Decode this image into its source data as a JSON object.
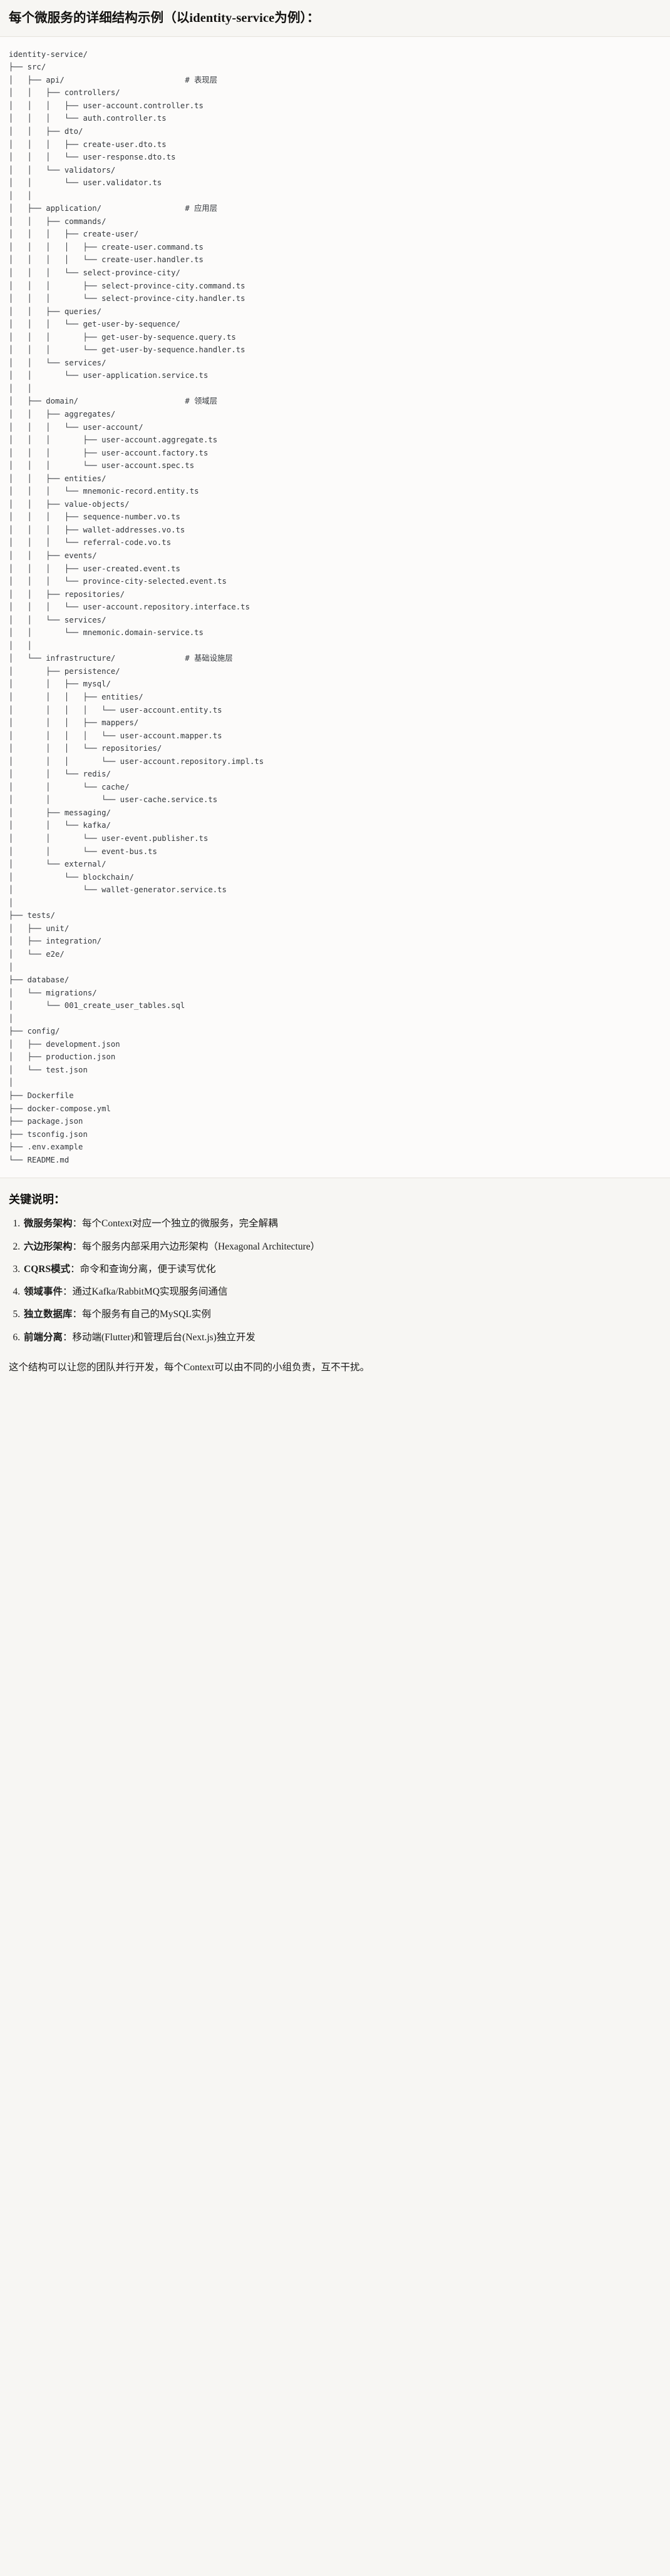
{
  "header": {
    "title": "每个微服务的详细结构示例（以identity-service为例）："
  },
  "tree": {
    "root": "identity-service/",
    "comments": {
      "api": "# 表现层",
      "application": "# 应用层",
      "domain": "# 领域层",
      "infrastructure": "# 基础设施层"
    },
    "text": "identity-service/\n├── src/\n│   ├── api/                          # 表现层\n│   │   ├── controllers/\n│   │   │   ├── user-account.controller.ts\n│   │   │   └── auth.controller.ts\n│   │   ├── dto/\n│   │   │   ├── create-user.dto.ts\n│   │   │   └── user-response.dto.ts\n│   │   └── validators/\n│   │       └── user.validator.ts\n│   │\n│   ├── application/                  # 应用层\n│   │   ├── commands/\n│   │   │   ├── create-user/\n│   │   │   │   ├── create-user.command.ts\n│   │   │   │   └── create-user.handler.ts\n│   │   │   └── select-province-city/\n│   │   │       ├── select-province-city.command.ts\n│   │   │       └── select-province-city.handler.ts\n│   │   ├── queries/\n│   │   │   └── get-user-by-sequence/\n│   │   │       ├── get-user-by-sequence.query.ts\n│   │   │       └── get-user-by-sequence.handler.ts\n│   │   └── services/\n│   │       └── user-application.service.ts\n│   │\n│   ├── domain/                       # 领域层\n│   │   ├── aggregates/\n│   │   │   └── user-account/\n│   │   │       ├── user-account.aggregate.ts\n│   │   │       ├── user-account.factory.ts\n│   │   │       └── user-account.spec.ts\n│   │   ├── entities/\n│   │   │   └── mnemonic-record.entity.ts\n│   │   ├── value-objects/\n│   │   │   ├── sequence-number.vo.ts\n│   │   │   ├── wallet-addresses.vo.ts\n│   │   │   └── referral-code.vo.ts\n│   │   ├── events/\n│   │   │   ├── user-created.event.ts\n│   │   │   └── province-city-selected.event.ts\n│   │   ├── repositories/\n│   │   │   └── user-account.repository.interface.ts\n│   │   └── services/\n│   │       └── mnemonic.domain-service.ts\n│   │\n│   └── infrastructure/               # 基础设施层\n│       ├── persistence/\n│       │   ├── mysql/\n│       │   │   ├── entities/\n│       │   │   │   └── user-account.entity.ts\n│       │   │   ├── mappers/\n│       │   │   │   └── user-account.mapper.ts\n│       │   │   └── repositories/\n│       │   │       └── user-account.repository.impl.ts\n│       │   └── redis/\n│       │       └── cache/\n│       │           └── user-cache.service.ts\n│       ├── messaging/\n│       │   └── kafka/\n│       │       └── user-event.publisher.ts\n│       │       └── event-bus.ts\n│       └── external/\n│           └── blockchain/\n│               └── wallet-generator.service.ts\n│\n├── tests/\n│   ├── unit/\n│   ├── integration/\n│   └── e2e/\n│\n├── database/\n│   └── migrations/\n│       └── 001_create_user_tables.sql\n│\n├── config/\n│   ├── development.json\n│   ├── production.json\n│   └── test.json\n│\n├── Dockerfile\n├── docker-compose.yml\n├── package.json\n├── tsconfig.json\n├── .env.example\n└── README.md"
  },
  "notes": {
    "heading": "关键说明：",
    "items": [
      {
        "term": "微服务架构",
        "desc": "：每个Context对应一个独立的微服务，完全解耦"
      },
      {
        "term": "六边形架构",
        "desc": "：每个服务内部采用六边形架构（Hexagonal Architecture）"
      },
      {
        "term": "CQRS模式",
        "desc": "：命令和查询分离，便于读写优化"
      },
      {
        "term": "领域事件",
        "desc": "：通过Kafka/RabbitMQ实现服务间通信"
      },
      {
        "term": "独立数据库",
        "desc": "：每个服务有自己的MySQL实例"
      },
      {
        "term": "前端分离",
        "desc": "：移动端(Flutter)和管理后台(Next.js)独立开发"
      }
    ],
    "closing": "这个结构可以让您的团队并行开发，每个Context可以由不同的小组负责，互不干扰。"
  },
  "colors": {
    "page_bg": "#f7f6f3",
    "code_bg": "#fcfbfa",
    "code_text": "#33373c",
    "rule": "#e6e3dd",
    "heading_text": "#12110f"
  }
}
